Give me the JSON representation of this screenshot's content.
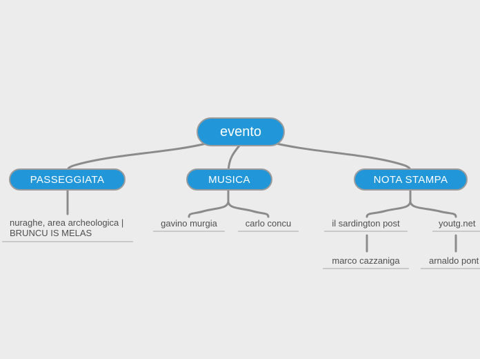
{
  "colors": {
    "background": "#ececec",
    "node_fill": "#2196d9",
    "node_border": "#9b9b9b",
    "node_text": "#ffffff",
    "connector": "#8b8b8b",
    "leaf_text": "#4f4f4f",
    "leaf_underline": "#c9c9c9"
  },
  "mindmap": {
    "root": {
      "label": "evento"
    },
    "branches": [
      {
        "label": "PASSEGGIATA",
        "children": [
          {
            "line1": "nuraghe, area archeologica |",
            "line2": "BRUNCU IS MELAS"
          }
        ]
      },
      {
        "label": "MUSICA",
        "children": [
          {
            "label": "gavino murgia"
          },
          {
            "label": "carlo concu"
          }
        ]
      },
      {
        "label": "NOTA STAMPA",
        "children": [
          {
            "label": "il sardington post",
            "children": [
              {
                "label": "marco cazzaniga"
              }
            ]
          },
          {
            "label": "youtg.net",
            "children": [
              {
                "label": "arnaldo pont"
              }
            ]
          }
        ]
      }
    ]
  }
}
